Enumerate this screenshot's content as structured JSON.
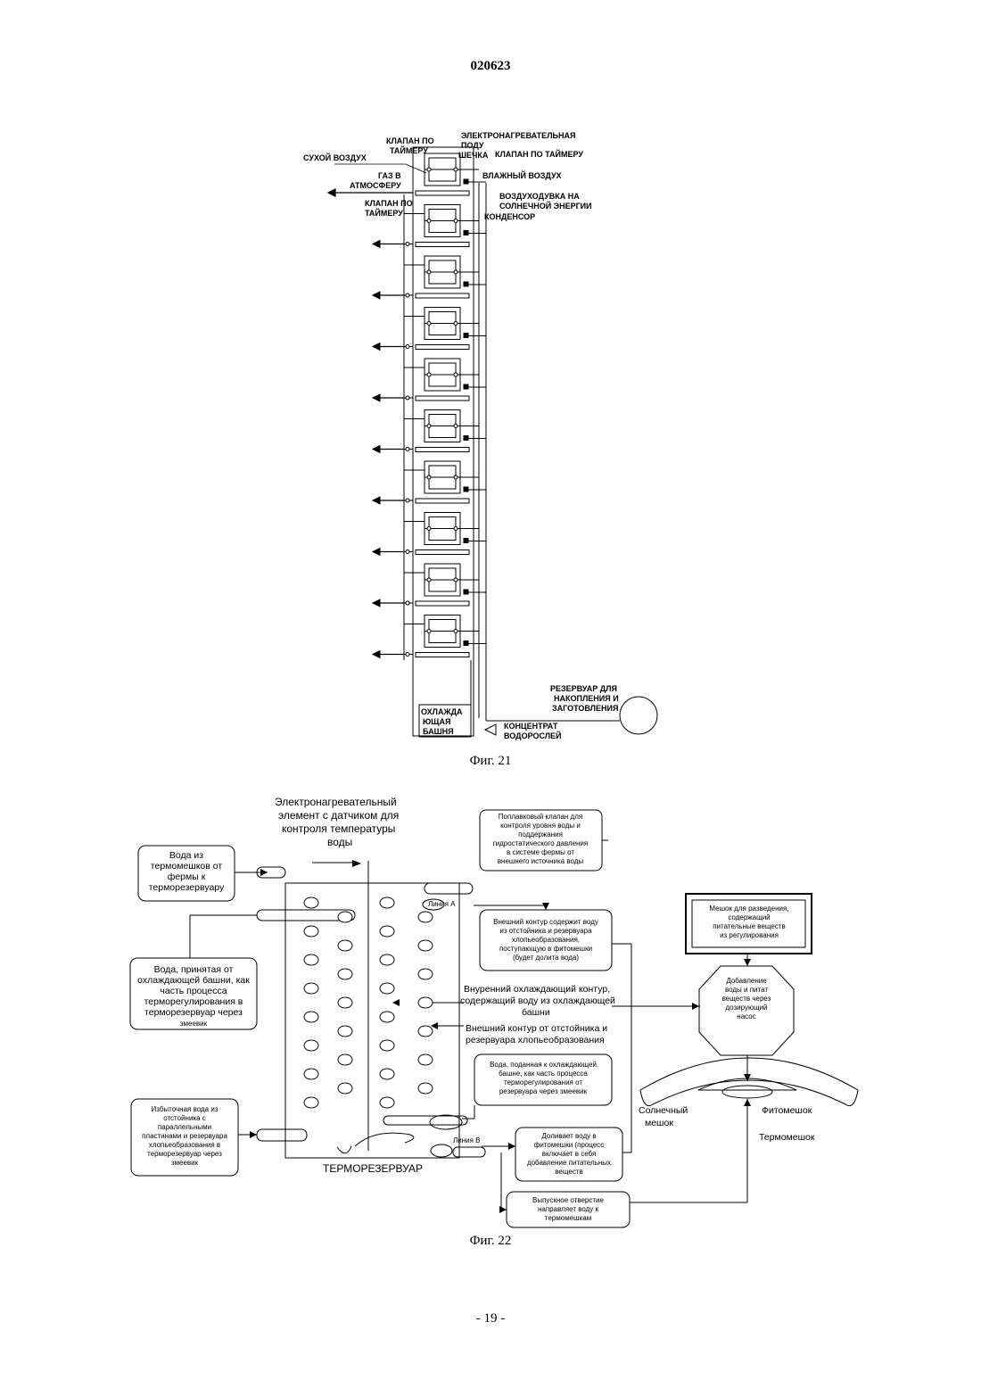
{
  "header": {
    "doc_number": "020623"
  },
  "fig21": {
    "caption": "Фиг. 21",
    "labels": {
      "dry_air": "СУХОЙ ВОЗДУХ",
      "valve_timer_top": [
        "КЛАПАН ПО",
        "ТАЙМЕРУ"
      ],
      "heating_pad": [
        "ЭЛЕКТРОНАГРЕВАТЕЛЬНАЯ",
        "ПОДУ",
        "ШЕЧКА"
      ],
      "valve_timer_right": "КЛАПАН ПО ТАЙМЕРУ",
      "gas_to_atmosphere": [
        "ГАЗ В",
        "АТМОСФЕРУ"
      ],
      "humid_air": "ВЛАЖНЫЙ ВОЗДУХ",
      "solar_blower": [
        "ВОЗДУХОДУВКА НА",
        "СОЛНЕЧНОЙ ЭНЕРГИИ"
      ],
      "valve_timer_left": [
        "КЛАПАН ПО",
        "ТАЙМЕРУ"
      ],
      "condenser": "КОНДЕНСОР",
      "storage_reservoir": [
        "РЕЗЕРВУАР ДЛЯ",
        "НАКОПЛЕНИЯ И",
        "ЗАГОТОВЛЕНИЯ"
      ],
      "cooling_tower": [
        "ОХЛАЖДА",
        "ЮЩАЯ",
        "БАШНЯ"
      ],
      "algae_concentrate": [
        "КОНЦЕНТРАТ",
        "ВОДОРОСЛЕЙ"
      ]
    },
    "module_count": 10
  },
  "fig22": {
    "caption": "Фиг. 22",
    "heater_label": [
      "Электронагревательный",
      "элемент с датчиком для",
      "контроля температуры",
      "воды"
    ],
    "float_valve_box": [
      "Поплавковый клапан для",
      "контроля уровня воды и",
      "поддержания",
      "гидростатического давления",
      "в системе фермы от",
      "внешнего источника воды"
    ],
    "water_from_bags_box": [
      "Вода из",
      "термомешков от",
      "фермы к",
      "терморезервуару"
    ],
    "line_a": "Линия А",
    "outer_loop_box": [
      "Внешний контур содержит воду",
      "из отстойника и резервуара",
      "хлопьеобразования,",
      "поступающую в фитомешки",
      "(будет долита вода)"
    ],
    "dilution_bag_box": [
      "Мешок для разведения,",
      "содержащий",
      "питательные веществ",
      "из регулирования"
    ],
    "cooling_tower_water_box": [
      "Вода, принятая от",
      "охлаждающей башни, как",
      "часть процесса",
      "терморегулирования в",
      "терморезервуар через",
      "змеевик"
    ],
    "inner_loop_text": [
      "Внуренний охлаждающий контур,",
      "содержащий воду из охлаждающей",
      "башни"
    ],
    "outer_loop_text": [
      "Внешний контур от отстойника и",
      "резервуара хлопьеобразования"
    ],
    "octagon_text": [
      "Добавление",
      "воды и питат",
      "веществ через",
      "дозирующий",
      "насос"
    ],
    "water_to_tower_box": [
      "Вода, поданная к охлаждающей",
      "башне, как часть процесса",
      "терморегулирования от",
      "резервуара через змеевик"
    ],
    "solar_bag": [
      "Солнечный",
      "мешок"
    ],
    "phyto_bag": "Фитомешок",
    "thermo_bag": "Термомешок",
    "excess_water_box": [
      "Избыточная вода из",
      "отстойника с",
      "параллельными",
      "пластинами и резервуара",
      "хлопьеобразования в",
      "терморезервуар через",
      "змеевик"
    ],
    "line_b": "Линия В",
    "tops_up_box": [
      "Доливает воду в",
      "фитомешки (процесс",
      "включает в себя",
      "добавление питательных",
      "веществ"
    ],
    "reservoir_label": "ТЕРМОРЕЗЕРВУАР",
    "outlet_box": [
      "Выпускное отверстие",
      "направляет воду к",
      "термомешкам"
    ]
  },
  "footer": {
    "page_number": "- 19 -"
  }
}
